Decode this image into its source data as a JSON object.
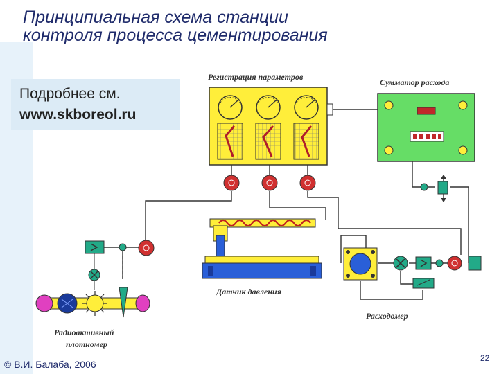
{
  "title": {
    "line1": "Принципиальная схема станции",
    "line2": "контроля процесса цементирования"
  },
  "callout": {
    "line1": "Подробнее см.",
    "line2": "www.skboreol.ru"
  },
  "diagram": {
    "labels": {
      "registration": "Регистрация параметров",
      "flow_summator": "Сумматор расхода",
      "pressure_sensor": "Датчик давления",
      "flowmeter": "Расходомер",
      "densitometer_line1": "Радиоактивный",
      "densitometer_line2": "плотномер"
    },
    "colors": {
      "panel_yellow": "#ffee3a",
      "panel_green": "#66dd66",
      "sensor_blue": "#2a5fd8",
      "pink": "#e040c0",
      "teal": "#22aa88",
      "red": "#d03030",
      "line": "#333333"
    }
  },
  "footer": {
    "copyright": "© В.И. Балаба, 2006",
    "page_number": "22"
  }
}
